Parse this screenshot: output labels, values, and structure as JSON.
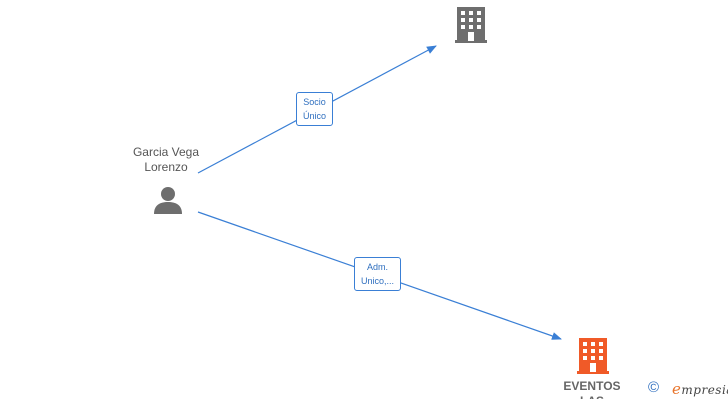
{
  "person": {
    "name": "Garcia Vega\nLorenzo",
    "icon": "person-icon"
  },
  "companies": [
    {
      "id": "top",
      "name": "",
      "color": "#6e6e6e",
      "icon": "building-icon"
    },
    {
      "id": "bottom",
      "name": "EVENTOS\nLAS",
      "color": "#f05a28",
      "icon": "building-icon"
    }
  ],
  "edges": [
    {
      "label": "Socio\nÚnico",
      "target": "top"
    },
    {
      "label": "Adm.\nUnico,...",
      "target": "bottom"
    }
  ],
  "colors": {
    "edge": "#3a7fd5",
    "person": "#6e6e6e"
  },
  "footer": {
    "copyright": "©",
    "brand_initial": "e",
    "brand_rest": "mpresia"
  }
}
